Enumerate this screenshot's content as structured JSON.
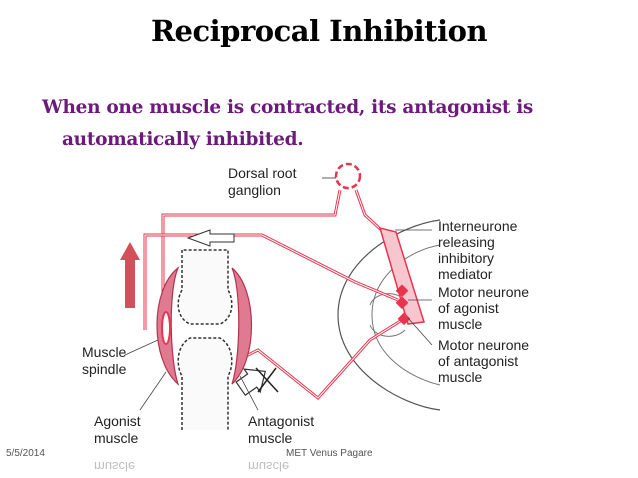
{
  "slide": {
    "title": "Reciprocal Inhibition",
    "subtitle_line1": "When one muscle is contracted, its antagonist is",
    "subtitle_line2": "automatically inhibited."
  },
  "diagram": {
    "labels": {
      "dorsal_root_1": "Dorsal root",
      "dorsal_root_2": "ganglion",
      "interneurone_1": "Interneurone",
      "interneurone_2": "releasing",
      "interneurone_3": "inhibitory",
      "interneurone_4": "mediator",
      "motor_agonist_1": "Motor neurone",
      "motor_agonist_2": "of agonist",
      "motor_agonist_3": "muscle",
      "motor_antagonist_1": "Motor neurone",
      "motor_antagonist_2": "of antagonist",
      "motor_antagonist_3": "muscle",
      "spindle_1": "Muscle",
      "spindle_2": "spindle",
      "agonist_1": "Agonist",
      "agonist_2": "muscle",
      "antagonist_1": "Antagonist",
      "antagonist_2": "muscle",
      "mirror_1": "muscle",
      "mirror_2": "muscle"
    },
    "colors": {
      "nerve": "#e8344e",
      "muscle": "#e0708a",
      "arrow_up": "#d2505a",
      "bone_fill": "#fafafa",
      "title_text": "#000000",
      "subtitle_text": "#6b1b7a"
    }
  },
  "footer": {
    "date": "5/5/2014",
    "author": "MET Venus Pagare"
  }
}
